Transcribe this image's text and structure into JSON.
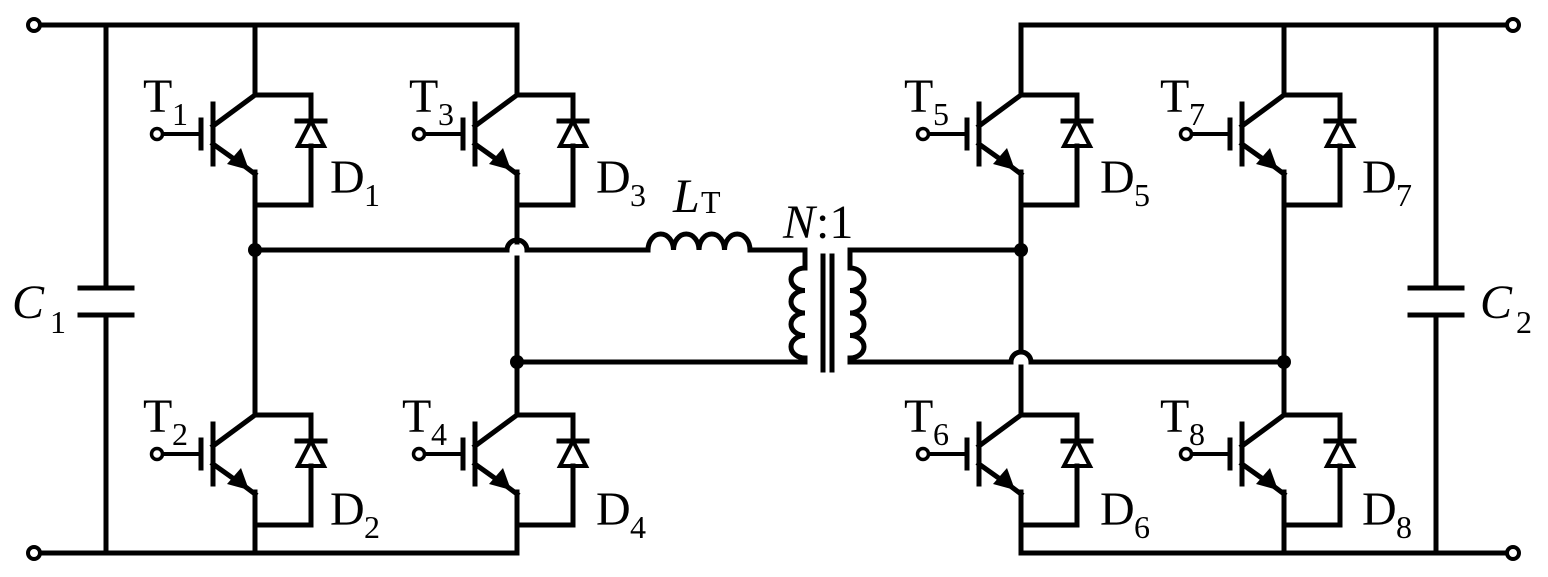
{
  "labels": {
    "T1": "T",
    "T1_sub": "1",
    "T2": "T",
    "T2_sub": "2",
    "T3": "T",
    "T3_sub": "3",
    "T4": "T",
    "T4_sub": "4",
    "T5": "T",
    "T5_sub": "5",
    "T6": "T",
    "T6_sub": "6",
    "T7": "T",
    "T7_sub": "7",
    "T8": "T",
    "T8_sub": "8",
    "D1": "D",
    "D1_sub": "1",
    "D2": "D",
    "D2_sub": "2",
    "D3": "D",
    "D3_sub": "3",
    "D4": "D",
    "D4_sub": "4",
    "D5": "D",
    "D5_sub": "5",
    "D6": "D",
    "D6_sub": "6",
    "D7": "D",
    "D7_sub": "7",
    "D8": "D",
    "D8_sub": "8",
    "C1": "C",
    "C1_sub": "1",
    "C2": "C",
    "C2_sub": "2",
    "LT": "L",
    "LT_sub": "T",
    "ratio_n": "N",
    "ratio_rest": ":1"
  },
  "colors": {
    "stroke": "#000000",
    "background": "#ffffff"
  }
}
